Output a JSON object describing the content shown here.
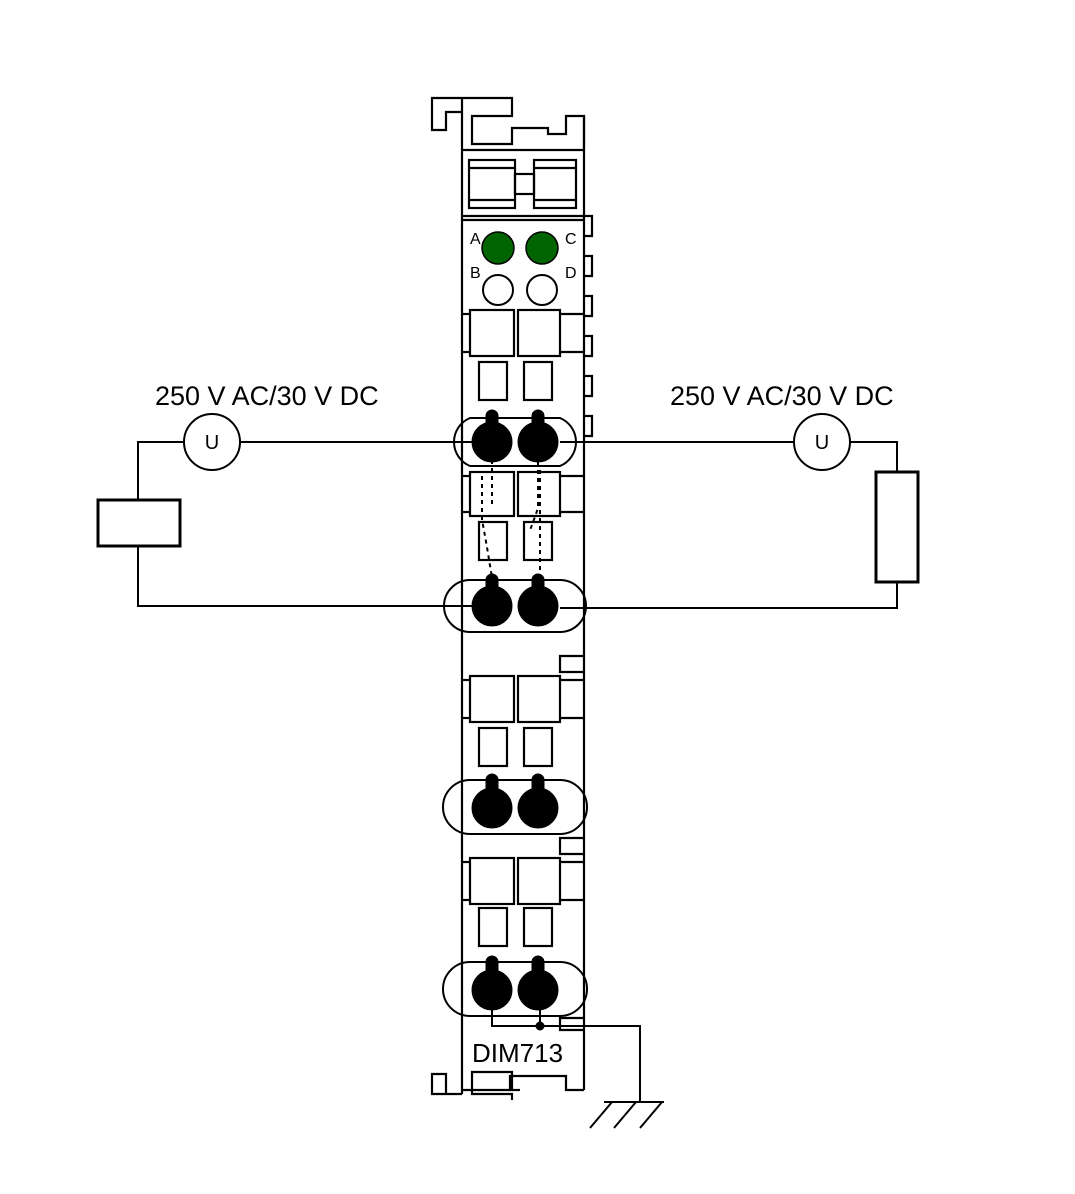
{
  "labels": {
    "left_voltage": "250 V AC/30 V DC",
    "right_voltage": "250 V AC/30 V DC",
    "left_meter": "U",
    "right_meter": "U",
    "model": "DIM713",
    "led_a": "A",
    "led_b": "B",
    "led_c": "C",
    "led_d": "D"
  },
  "colors": {
    "led_on": "#006400",
    "led_off": "#ffffff",
    "stroke": "#000000",
    "module_fill": "#ffffff"
  },
  "status": {
    "led_a_on": true,
    "led_c_on": true,
    "led_b_on": false,
    "led_d_on": false
  }
}
